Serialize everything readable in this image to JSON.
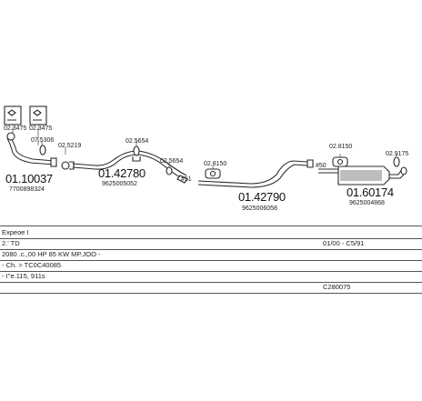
{
  "parts": {
    "front_pipe": {
      "code": "01.10037",
      "ref": "7700898324"
    },
    "middle_pipe": {
      "code": "01.42780",
      "ref": "9625005052"
    },
    "intermediate_pipe": {
      "code": "01.42790",
      "ref": "9625006058"
    },
    "rear_silencer": {
      "code": "01.60174",
      "ref": "9625004868"
    }
  },
  "fittings": {
    "kit_a": "02.3475",
    "kit_b": "02.3475",
    "flange_gasket": "07.5306",
    "clamp_a": "02.5219",
    "clamp_b": "02.5654",
    "clamp_c": "02.5654",
    "mount_a": "02.8150",
    "mount_b": "02.8150",
    "mount_c": "02.9175"
  },
  "markers": {
    "arrow_a": "#51",
    "arrow_b": "#50"
  },
  "info": {
    "rows": [
      {
        "left": "Expeoe I",
        "right": ""
      },
      {
        "left": "2.' TD",
        "right": "01/00 - C5/91"
      },
      {
        "left": "2080 .c.,00 HP 85 KW MP.JOO -",
        "right": ""
      },
      {
        "left": "- Ch. > TC0C40085",
        "right": ""
      },
      {
        "left": "- I''e.115, 911s",
        "right": ""
      },
      {
        "left": "",
        "right": "C280075"
      }
    ]
  },
  "colors": {
    "line": "#2a2a2a",
    "fill": "#ffffff",
    "shade": "#9a9a9a"
  }
}
